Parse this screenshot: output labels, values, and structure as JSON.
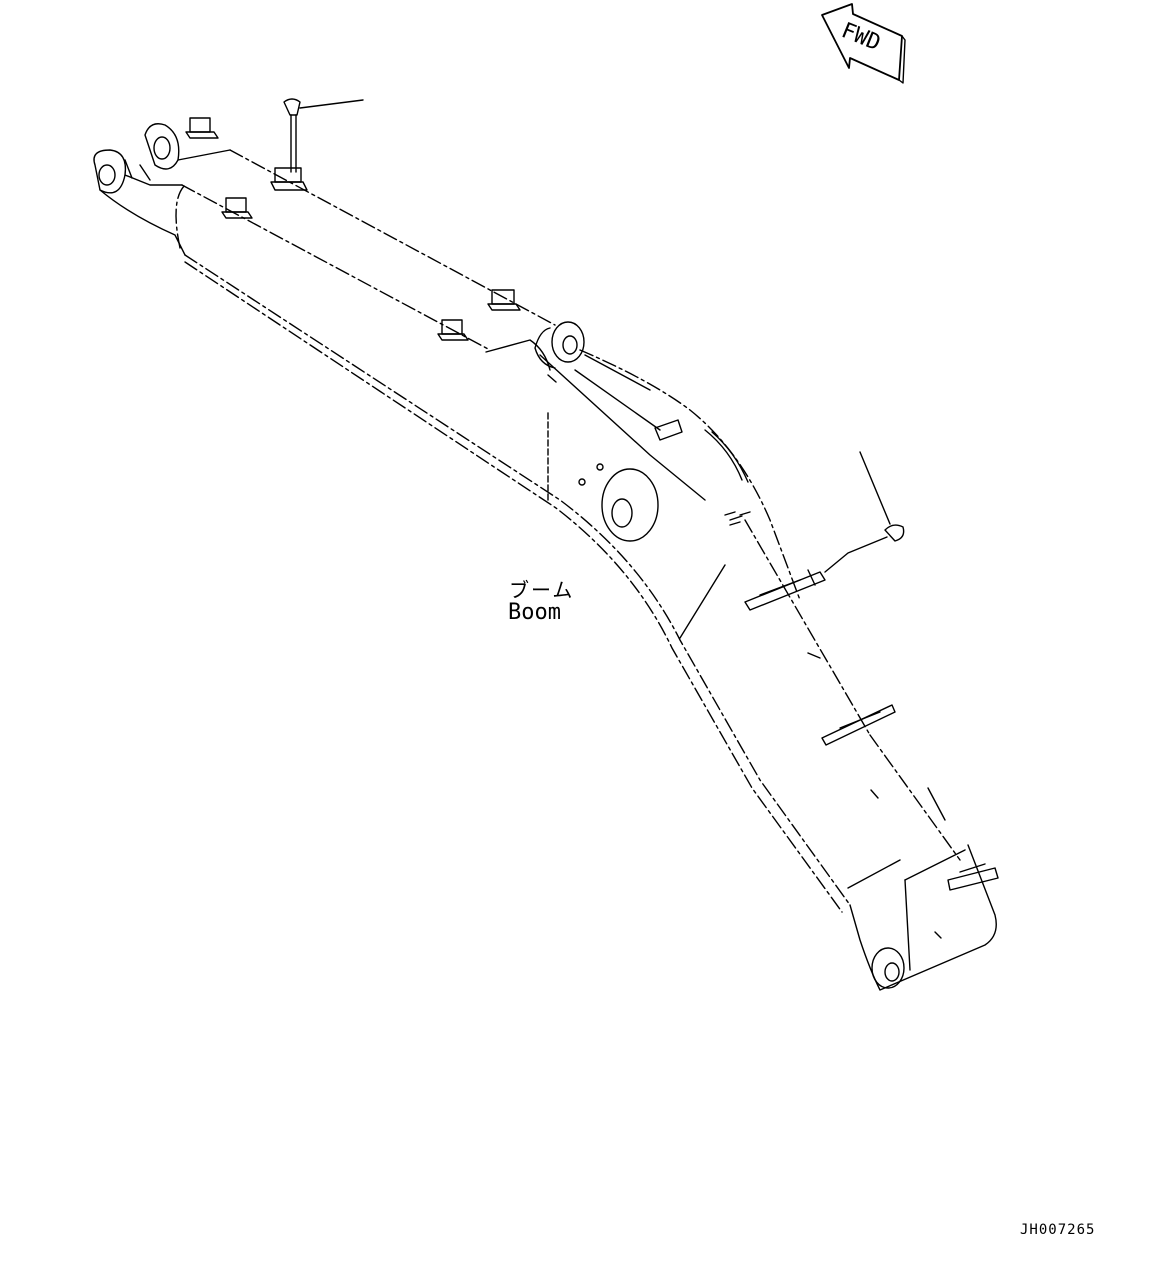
{
  "fwd_marker": {
    "text": "FWD"
  },
  "part_label": {
    "japanese": "ブーム",
    "english": "Boom"
  },
  "drawing_id": "JH007265"
}
